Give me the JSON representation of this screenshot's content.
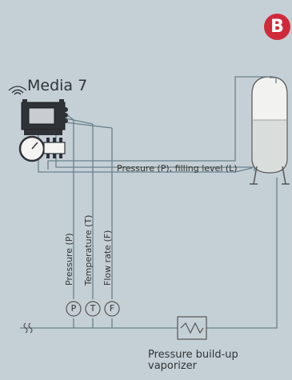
{
  "badge": "B",
  "device": {
    "name": "Media 7"
  },
  "labels": {
    "pressure_level_line": "Pressure (P), filling level (L)",
    "pressure": "Pressure (P)",
    "temperature": "Temperature (T)",
    "flow_rate": "Flow rate (F)"
  },
  "instruments": [
    "P",
    "T",
    "F"
  ],
  "vaporizer": {
    "line1": "Pressure build-up",
    "line2": "vaporizer"
  },
  "colors": {
    "background": "#c5d0d6",
    "badge": "#d02a3a",
    "pipe": "#6b7f89",
    "tank_liquid": "#d9dedd"
  }
}
